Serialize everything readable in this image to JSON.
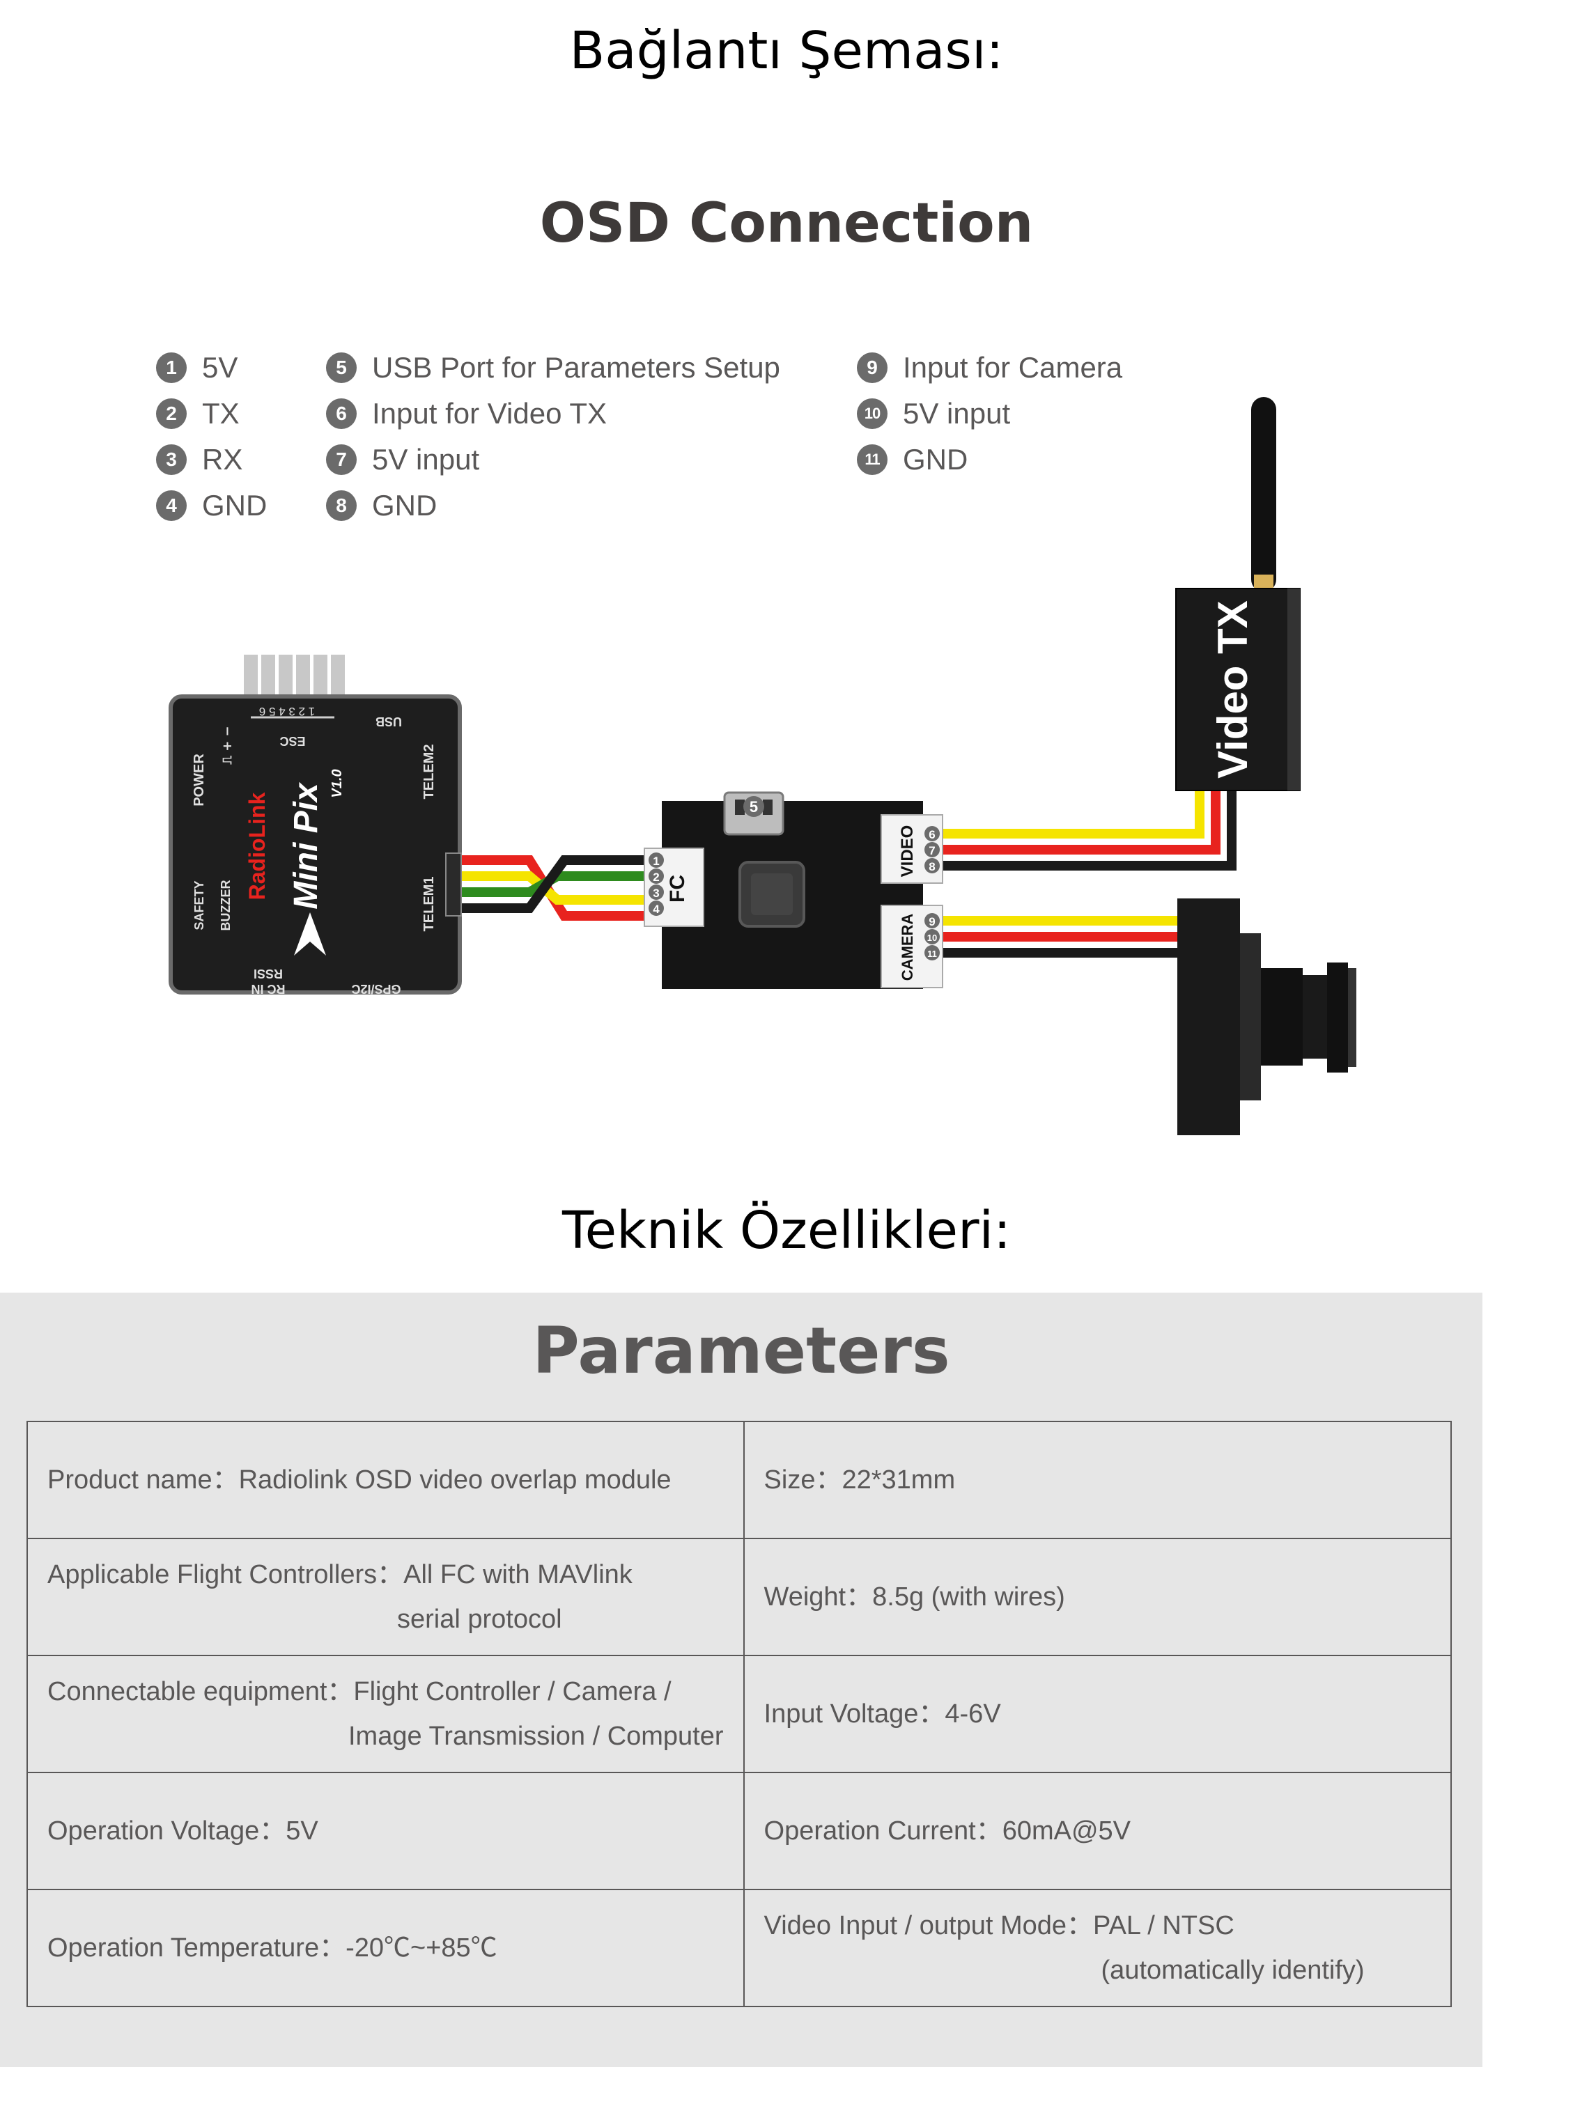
{
  "headings": {
    "connection_tr": "Bağlantı Şeması:",
    "connection_en": "OSD Connection",
    "specs_tr": "Teknik Özellikleri:",
    "specs_en": "Parameters"
  },
  "legend": [
    {
      "num": "1",
      "label": "5V"
    },
    {
      "num": "2",
      "label": "TX"
    },
    {
      "num": "3",
      "label": "RX"
    },
    {
      "num": "4",
      "label": "GND"
    },
    {
      "num": "5",
      "label": "USB Port for Parameters Setup"
    },
    {
      "num": "6",
      "label": "Input for Video TX"
    },
    {
      "num": "7",
      "label": "5V input"
    },
    {
      "num": "8",
      "label": "GND"
    },
    {
      "num": "9",
      "label": "Input for Camera"
    },
    {
      "num": "10",
      "label": "5V input"
    },
    {
      "num": "11",
      "label": "GND"
    }
  ],
  "diagram": {
    "fc_board": {
      "brand": "RadioLink",
      "model": "Mini Pix",
      "version": "V1.0",
      "ports": {
        "esc": "ESC",
        "esc_pins": "1 2 3 4 5 6",
        "esc_symbols": "⎍ + −",
        "usb": "USB",
        "power": "POWER",
        "telem2": "TELEM2",
        "telem1": "TELEM1",
        "safety": "SAFETY",
        "buzzer": "BUZZER",
        "rssi": "RSSI",
        "rc_in": "RC IN",
        "gps": "GPS/I2C"
      }
    },
    "osd_board": {
      "fc_label": "FC",
      "video_label": "VIDEO",
      "camera_label": "CAMERA",
      "usb_num": "5",
      "fc_pins": [
        "1",
        "2",
        "3",
        "4"
      ],
      "video_pins": [
        "6",
        "7",
        "8"
      ],
      "camera_pins": [
        "9",
        "10",
        "11"
      ]
    },
    "video_tx_label": "Video TX",
    "colors": {
      "wire_red": "#e8231e",
      "wire_yellow": "#f5e400",
      "wire_black": "#1a1a1a",
      "wire_green": "#2e8b1e",
      "board": "#1e1e1e"
    }
  },
  "parameters": {
    "rows": [
      {
        "left": {
          "label": "Product name：",
          "value": "Radiolink OSD video overlap module",
          "value2": ""
        },
        "right": {
          "label": "Size：",
          "value": "22*31mm",
          "value2": ""
        }
      },
      {
        "left": {
          "label": "Applicable Flight Controllers：",
          "value": "All FC with MAVlink",
          "value2": "serial protocol"
        },
        "right": {
          "label": "Weight：",
          "value": "8.5g (with wires)",
          "value2": ""
        }
      },
      {
        "left": {
          "label": "Connectable equipment：",
          "value": "Flight Controller / Camera /",
          "value2": "Image Transmission / Computer"
        },
        "right": {
          "label": "Input Voltage：",
          "value": "4-6V",
          "value2": ""
        }
      },
      {
        "left": {
          "label": "Operation Voltage：",
          "value": "5V",
          "value2": ""
        },
        "right": {
          "label": "Operation Current：",
          "value": "60mA@5V",
          "value2": ""
        }
      },
      {
        "left": {
          "label": "Operation Temperature：",
          "value": "-20℃~+85℃",
          "value2": ""
        },
        "right": {
          "label": "Video Input / output Mode：",
          "value": "PAL / NTSC",
          "value2": "(automatically identify)"
        }
      }
    ]
  }
}
